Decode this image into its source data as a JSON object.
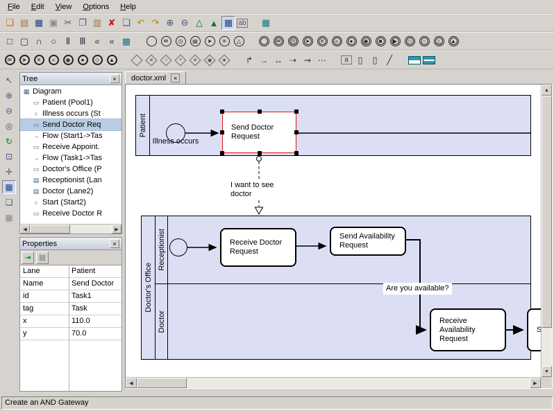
{
  "menu": {
    "items": [
      "File",
      "Edit",
      "View",
      "Options",
      "Help"
    ]
  },
  "ui": {
    "close_glyph": "×",
    "up_glyph": "▲",
    "down_glyph": "▼",
    "left_glyph": "◀",
    "right_glyph": "▶"
  },
  "toolbar_main": [
    {
      "name": "new-icon",
      "glyph": "❏",
      "cls": "c-orange"
    },
    {
      "name": "open-icon",
      "glyph": "▤",
      "cls": "c-tan"
    },
    {
      "name": "save-icon",
      "glyph": "▦",
      "cls": "c-blue"
    },
    {
      "name": "print-icon",
      "glyph": "▣",
      "cls": "c-gray2"
    },
    {
      "name": "cut-icon",
      "glyph": "✂",
      "cls": "c-steel"
    },
    {
      "name": "copy-icon",
      "glyph": "❐",
      "cls": "c-steel"
    },
    {
      "name": "paste-icon",
      "glyph": "▥",
      "cls": "c-tan"
    },
    {
      "name": "delete-icon",
      "glyph": "✘",
      "cls": "c-red"
    },
    {
      "name": "duplicate-icon",
      "glyph": "❏",
      "cls": "c-steel"
    },
    {
      "name": "undo-icon",
      "glyph": "↶",
      "cls": "c-yellow"
    },
    {
      "name": "redo-icon",
      "glyph": "↷",
      "cls": "c-yellow"
    },
    {
      "name": "zoom-in-icon",
      "glyph": "⊕",
      "cls": "c-steel"
    },
    {
      "name": "zoom-out-icon",
      "glyph": "⊖",
      "cls": "c-steel"
    },
    {
      "name": "layout-tree-icon",
      "glyph": "△",
      "cls": "c-green"
    },
    {
      "name": "layout-compact-icon",
      "glyph": "▲",
      "cls": "c-green"
    },
    {
      "name": "swimlane-view-icon",
      "glyph": "▦",
      "cls": "c-blue pressed"
    },
    {
      "name": "label-icon",
      "glyph": "ab",
      "cls": "c-steel boxed"
    },
    {
      "name": "table-icon",
      "glyph": "▦",
      "cls": "c-teal gap-left"
    }
  ],
  "palette": {
    "shape_tools": [
      {
        "name": "rect-tool-icon",
        "glyph": "□"
      },
      {
        "name": "rounded-rect-tool-icon",
        "glyph": "▢"
      },
      {
        "name": "arc-tool-icon",
        "glyph": "∩"
      },
      {
        "name": "ellipse-tool-icon",
        "glyph": "○"
      },
      {
        "name": "pool-tool-icon",
        "glyph": "Ⅱ"
      },
      {
        "name": "lane-tool-icon",
        "glyph": "Ⅲ"
      },
      {
        "name": "rewind-icon",
        "glyph": "«"
      },
      {
        "name": "rewind2-icon",
        "glyph": "«"
      },
      {
        "name": "chart-icon",
        "glyph": "▦",
        "cls": "c-teal"
      }
    ],
    "start_events": [
      {
        "name": "start-event-icon",
        "glyph": ""
      },
      {
        "name": "start-message-icon",
        "glyph": "✉"
      },
      {
        "name": "start-timer-icon",
        "glyph": "◷"
      },
      {
        "name": "start-rule-icon",
        "glyph": "▤"
      },
      {
        "name": "start-link-icon",
        "glyph": "➤"
      },
      {
        "name": "start-multiple-icon",
        "glyph": "✳"
      },
      {
        "name": "start-triangle-icon",
        "glyph": "△"
      }
    ],
    "mid_events": [
      {
        "name": "intermediate-event-icon",
        "glyph": ""
      },
      {
        "name": "intermediate-message-icon",
        "glyph": "✉"
      },
      {
        "name": "intermediate-timer-icon",
        "glyph": "◷"
      },
      {
        "name": "intermediate-link-icon",
        "glyph": "➤"
      },
      {
        "name": "intermediate-cancel-icon",
        "glyph": "✕"
      },
      {
        "name": "intermediate-compensation-icon",
        "glyph": "«"
      },
      {
        "name": "intermediate-terminate-icon",
        "glyph": "●"
      },
      {
        "name": "intermediate-target-icon",
        "glyph": "◉"
      },
      {
        "name": "intermediate-stop-icon",
        "glyph": "■"
      },
      {
        "name": "intermediate-play-icon",
        "glyph": "▶"
      },
      {
        "name": "intermediate-diamond-icon",
        "glyph": "◇"
      },
      {
        "name": "intermediate-circle-icon",
        "glyph": "○"
      },
      {
        "name": "intermediate-triangle-icon",
        "glyph": "△"
      },
      {
        "name": "intermediate-multiple-icon",
        "glyph": "▲"
      }
    ],
    "end_events": [
      {
        "name": "end-message-icon",
        "glyph": "✉"
      },
      {
        "name": "end-link-icon",
        "glyph": "➤"
      },
      {
        "name": "end-cancel-icon",
        "glyph": "✕"
      },
      {
        "name": "end-compensation-icon",
        "glyph": "«"
      },
      {
        "name": "end-target-icon",
        "glyph": "◉"
      },
      {
        "name": "end-terminate-icon",
        "glyph": "●"
      },
      {
        "name": "end-diamond-icon",
        "glyph": "◇"
      },
      {
        "name": "end-multiple-icon",
        "glyph": "▲"
      }
    ],
    "gateways": [
      {
        "name": "gateway-icon",
        "glyph": ""
      },
      {
        "name": "gateway-xor-icon",
        "glyph": "✕"
      },
      {
        "name": "gateway-or-icon",
        "glyph": "○"
      },
      {
        "name": "gateway-and-icon",
        "glyph": "+"
      },
      {
        "name": "gateway-complex-icon",
        "glyph": "✳"
      },
      {
        "name": "gateway-event-icon",
        "glyph": "◉"
      },
      {
        "name": "gateway-star-icon",
        "glyph": "★"
      }
    ],
    "connectors": [
      {
        "name": "connector-orthogonal-icon",
        "glyph": "↱"
      },
      {
        "name": "connector-flow-icon",
        "glyph": "→"
      },
      {
        "name": "connector-association-icon",
        "glyph": "↔"
      },
      {
        "name": "connector-message-icon",
        "glyph": "⇢"
      },
      {
        "name": "connector-conditional-icon",
        "glyph": "⇝"
      },
      {
        "name": "connector-dotted-icon",
        "glyph": "⋯"
      }
    ],
    "misc_tools": [
      {
        "name": "text-annotation-icon",
        "glyph": "a",
        "cls": "boxed"
      },
      {
        "name": "data-object-icon",
        "glyph": "▯"
      },
      {
        "name": "document-icon",
        "glyph": "▯"
      },
      {
        "name": "line-tool-icon",
        "glyph": "╱"
      }
    ],
    "lane_tools": [
      {
        "name": "pool-horizontal-icon",
        "cls": "lane-h"
      },
      {
        "name": "pool-vertical-icon",
        "cls": "lane-v"
      }
    ]
  },
  "side_toolbar": [
    {
      "name": "select-tool-icon",
      "glyph": "↖",
      "cls": "c-steel"
    },
    {
      "name": "zoom-in-tool-icon",
      "glyph": "⊕",
      "cls": "c-steel"
    },
    {
      "name": "zoom-out-tool-icon",
      "glyph": "⊖",
      "cls": "c-steel"
    },
    {
      "name": "zoom-actual-tool-icon",
      "glyph": "◎",
      "cls": "c-steel"
    },
    {
      "name": "refresh-tool-icon",
      "glyph": "↻",
      "cls": "c-green"
    },
    {
      "name": "fit-page-tool-icon",
      "glyph": "⊡",
      "cls": "c-steel"
    },
    {
      "name": "move-tool-icon",
      "glyph": "✛",
      "cls": "c-steel"
    },
    {
      "name": "swimlane-edit-tool-icon",
      "glyph": "▦",
      "cls": "c-blue pressed"
    },
    {
      "name": "layers-tool-icon",
      "glyph": "❏",
      "cls": "c-steel"
    },
    {
      "name": "grid-tool-icon",
      "glyph": "▦",
      "cls": "c-gray2"
    }
  ],
  "tree": {
    "title": "Tree",
    "items": [
      {
        "icon": "▦",
        "label": "Diagram",
        "cls": "root"
      },
      {
        "icon": "▭",
        "label": "Patient (Pool1)"
      },
      {
        "icon": "○",
        "label": "Illness occurs (St"
      },
      {
        "icon": "▭",
        "label": "Send Doctor Req",
        "cls": "sel"
      },
      {
        "icon": "→",
        "label": "Flow (Start1->Tas"
      },
      {
        "icon": "▭",
        "label": "Receive Appoint."
      },
      {
        "icon": "→",
        "label": "Flow (Task1->Tas"
      },
      {
        "icon": "▭",
        "label": "Doctor's Office (P"
      },
      {
        "icon": "▤",
        "label": "Receptionist (Lan"
      },
      {
        "icon": "▤",
        "label": "Doctor (Lane2)"
      },
      {
        "icon": "○",
        "label": "Start (Start2)"
      },
      {
        "icon": "▭",
        "label": "Receive Doctor R"
      }
    ]
  },
  "properties": {
    "title": "Properties",
    "toolbar": [
      {
        "name": "apply-property-icon",
        "glyph": "⇥",
        "cls": "c-green"
      },
      {
        "name": "remove-property-icon",
        "glyph": "▦",
        "cls": "c-gray2"
      }
    ],
    "rows": [
      {
        "key": "Lane",
        "value": "Patient"
      },
      {
        "key": "Name",
        "value": "Send Doctor"
      },
      {
        "key": "id",
        "value": "Task1"
      },
      {
        "key": "tag",
        "value": "Task"
      },
      {
        "key": "x",
        "value": "110.0"
      },
      {
        "key": "y",
        "value": "70.0"
      }
    ]
  },
  "tab": {
    "label": "doctor.xml"
  },
  "canvas": {
    "patient_pool_label": "Patient",
    "start1_label": "Illness occurs",
    "task_send_doctor": "Send Doctor Request",
    "message_note": "I want to see doctor",
    "office_pool_label": "Doctor's Office",
    "lane_receptionist": "Receptionist",
    "lane_doctor": "Doctor",
    "task_receive_doctor": "Receive Doctor Request",
    "task_send_availability": "Send Availability Request",
    "question_label": "Are you available?",
    "task_receive_availability": "Receive Availability Request",
    "task_partial": "S"
  },
  "statusbar": {
    "text": "Create an AND Gateway"
  },
  "colors": {
    "pool_fill": "#dcdff4",
    "selection": "#d41616",
    "tree_selection": "#b8cce4",
    "app_bg": "#d6d3ce"
  }
}
